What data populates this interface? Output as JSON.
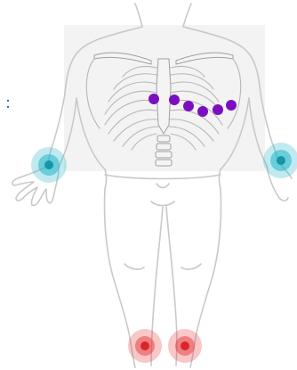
{
  "diagram": {
    "subject": "ecg-electrode-placement",
    "electrode_groups": [
      {
        "group": "chest-leads",
        "color": "#7b0fbf",
        "count": 6
      },
      {
        "group": "arm-leads",
        "color": "#20b4c8",
        "count": 2
      },
      {
        "group": "leg-leads",
        "color": "#e8373a",
        "count": 2
      }
    ]
  }
}
